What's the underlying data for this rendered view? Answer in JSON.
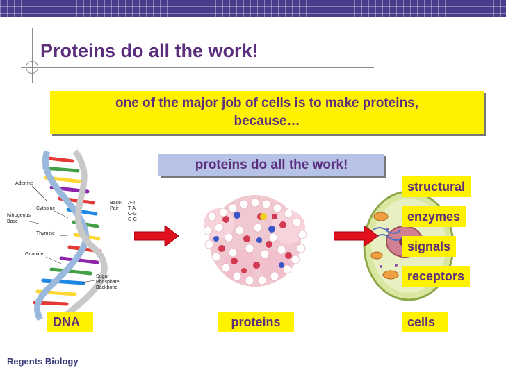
{
  "slide": {
    "title": "Proteins do all the work!",
    "callout": {
      "line1": "one of the major job of cells is to make proteins,",
      "line2": "because…"
    },
    "proteins_box": "proteins do all the work!",
    "labels": {
      "dna": "DNA",
      "proteins": "proteins",
      "cells": "cells"
    },
    "functions": [
      "structural",
      "enzymes",
      "signals",
      "receptors"
    ],
    "footer": "Regents Biology"
  },
  "dna_diagram": {
    "bases": [
      "Adenine",
      "Cytosine",
      "Nitrogeous",
      "Base",
      "Thymine",
      "Guanine"
    ],
    "pairs_label": [
      "Base:",
      "Pair"
    ],
    "pairs": [
      "A-T",
      "T-A",
      "C-G",
      "G-C"
    ],
    "backbone": [
      "Sugar",
      "Phosphate",
      "Backbone"
    ]
  },
  "colors": {
    "title": "#5b2d7d",
    "highlight": "#fff200",
    "box": "#b7c3e6",
    "arrow": "#e0101c",
    "topbar": "#4a3a8c"
  }
}
